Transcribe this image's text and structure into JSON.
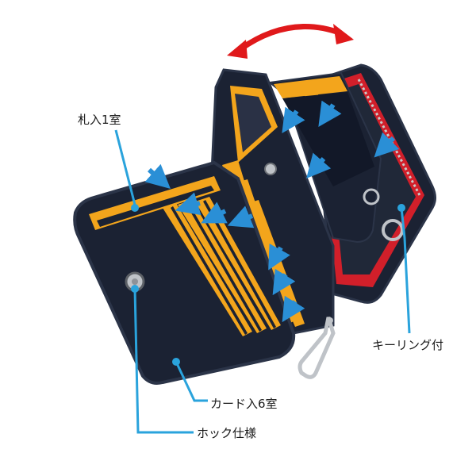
{
  "labels": {
    "bill_compartment": "札入1室",
    "key_ring": "キーリング付",
    "card_slots": "カード入6室",
    "hook_closure": "ホック仕様"
  },
  "colors": {
    "wallet_body": "#1b2233",
    "wallet_edge": "#2b3448",
    "accent_yellow": "#f3a51c",
    "lining_red": "#d11f2a",
    "leader_blue": "#2aa3dc",
    "pointer_blue": "#2a8fd6",
    "swing_arrow_red": "#e0191b",
    "metal": "#bfc3c8"
  },
  "icons": {
    "swing_arrow": "double-headed-curved-arrow-icon",
    "pointer": "arrow-pointer-icon",
    "snap": "snap-button-icon",
    "ring": "key-ring-icon",
    "carabiner": "carabiner-icon"
  }
}
